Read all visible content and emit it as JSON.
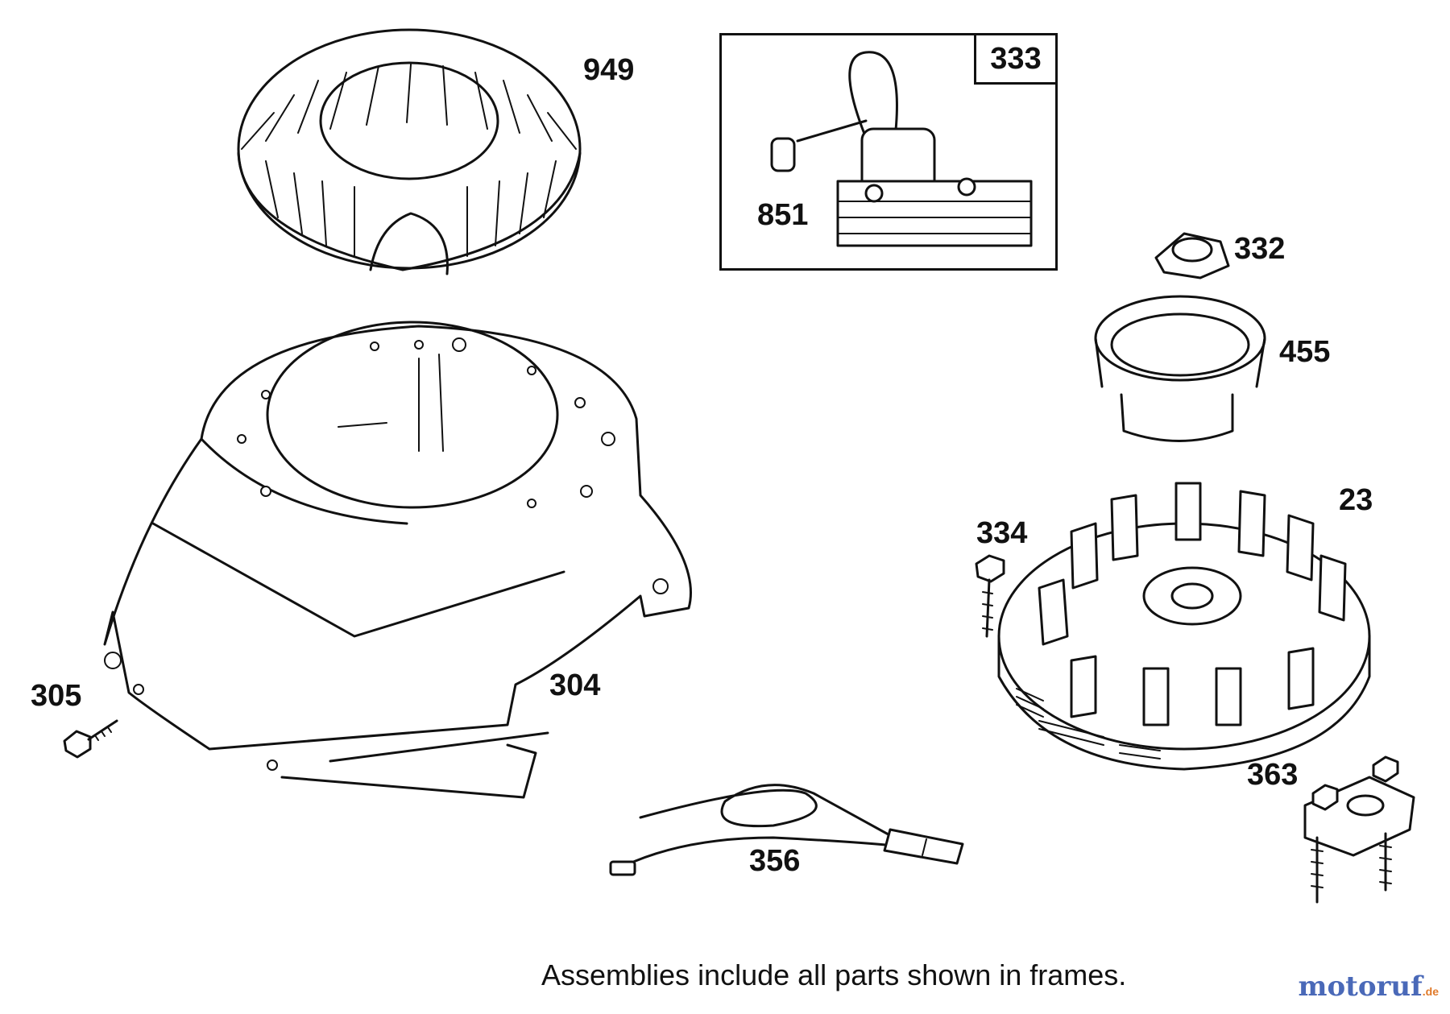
{
  "parts": [
    {
      "id": "949",
      "name": "blower-housing-screen"
    },
    {
      "id": "333",
      "name": "armature-assembly-frame"
    },
    {
      "id": "851",
      "name": "spark-plug-terminal"
    },
    {
      "id": "332",
      "name": "flywheel-nut"
    },
    {
      "id": "455",
      "name": "starter-cup"
    },
    {
      "id": "23",
      "name": "flywheel"
    },
    {
      "id": "334",
      "name": "armature-screw"
    },
    {
      "id": "305",
      "name": "housing-screw"
    },
    {
      "id": "304",
      "name": "blower-housing"
    },
    {
      "id": "356",
      "name": "ground-wire"
    },
    {
      "id": "363",
      "name": "flywheel-brake"
    }
  ],
  "caption": "Assemblies include all parts shown in frames.",
  "watermark": {
    "main": "motoruf",
    "tld": ".de",
    "color_main": "#4a69b8",
    "color_tld": "#e07a2a"
  }
}
